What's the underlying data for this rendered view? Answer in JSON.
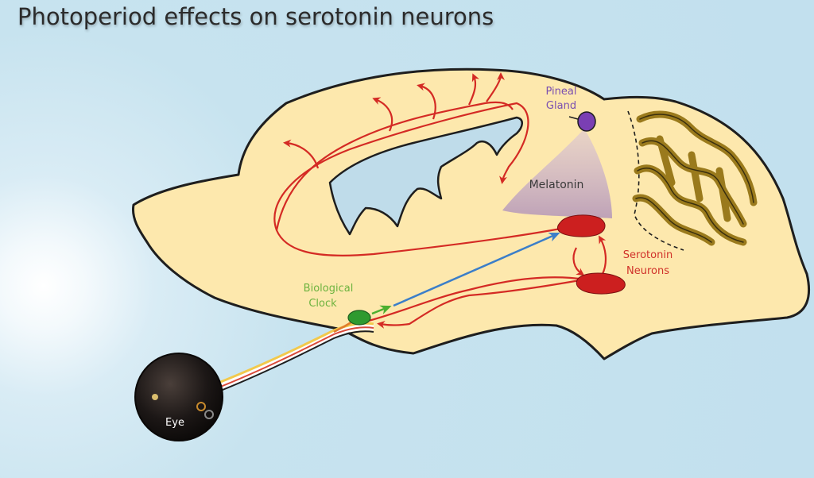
{
  "title": "Photoperiod effects on serotonin neurons",
  "labels": {
    "pineal_line1": "Pineal",
    "pineal_line2": "Gland",
    "melatonin": "Melatonin",
    "serotonin_line1": "Serotonin",
    "serotonin_line2": "Neurons",
    "clock_line1": "Biological",
    "clock_line2": "Clock",
    "eye": "Eye"
  },
  "colors": {
    "brain": "#fde8ad",
    "outline": "#1e1e1e",
    "pathway": "#d42a24",
    "serotonin": "#cc1f1f",
    "pineal": "#7a3fb3",
    "clock": "#2f9a2f",
    "clock_label": "#6db33f",
    "blue_arrow": "#3b7ec9",
    "melatonin_zone": "#c9aac8",
    "cerebellum": "#9a7a1c"
  }
}
